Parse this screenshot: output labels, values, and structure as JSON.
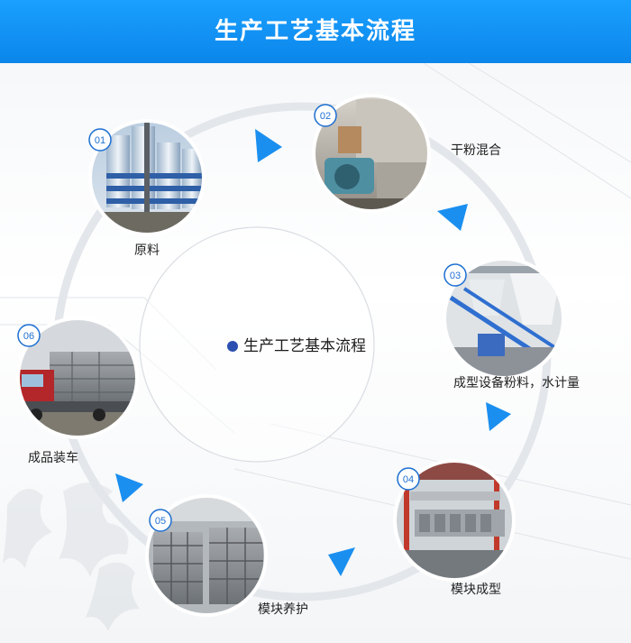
{
  "header": {
    "title": "生产工艺基本流程"
  },
  "center": {
    "title": "生产工艺基本流程"
  },
  "steps": [
    {
      "number": "01",
      "label": "原料",
      "image": "raw-material-silos-photo"
    },
    {
      "number": "02",
      "label": "干粉混合",
      "image": "dry-powder-mixer-photo"
    },
    {
      "number": "03",
      "label": "成型设备粉料，水计量",
      "image": "powder-water-metering-photo"
    },
    {
      "number": "04",
      "label": "模块成型",
      "image": "block-forming-machine-photo"
    },
    {
      "number": "05",
      "label": "模块养护",
      "image": "block-curing-stack-photo"
    },
    {
      "number": "06",
      "label": "成品装车",
      "image": "truck-loading-photo"
    }
  ],
  "colors": {
    "header": "#0b86ea",
    "arrow": "#1a8ff0",
    "badge": "#1d6fd0",
    "center_dot": "#2b4fb0",
    "ring": "#e3e6ea"
  },
  "icons": {
    "flow_arrow": "triangle-arrow-icon",
    "center_bullet": "blue-dot-icon"
  }
}
